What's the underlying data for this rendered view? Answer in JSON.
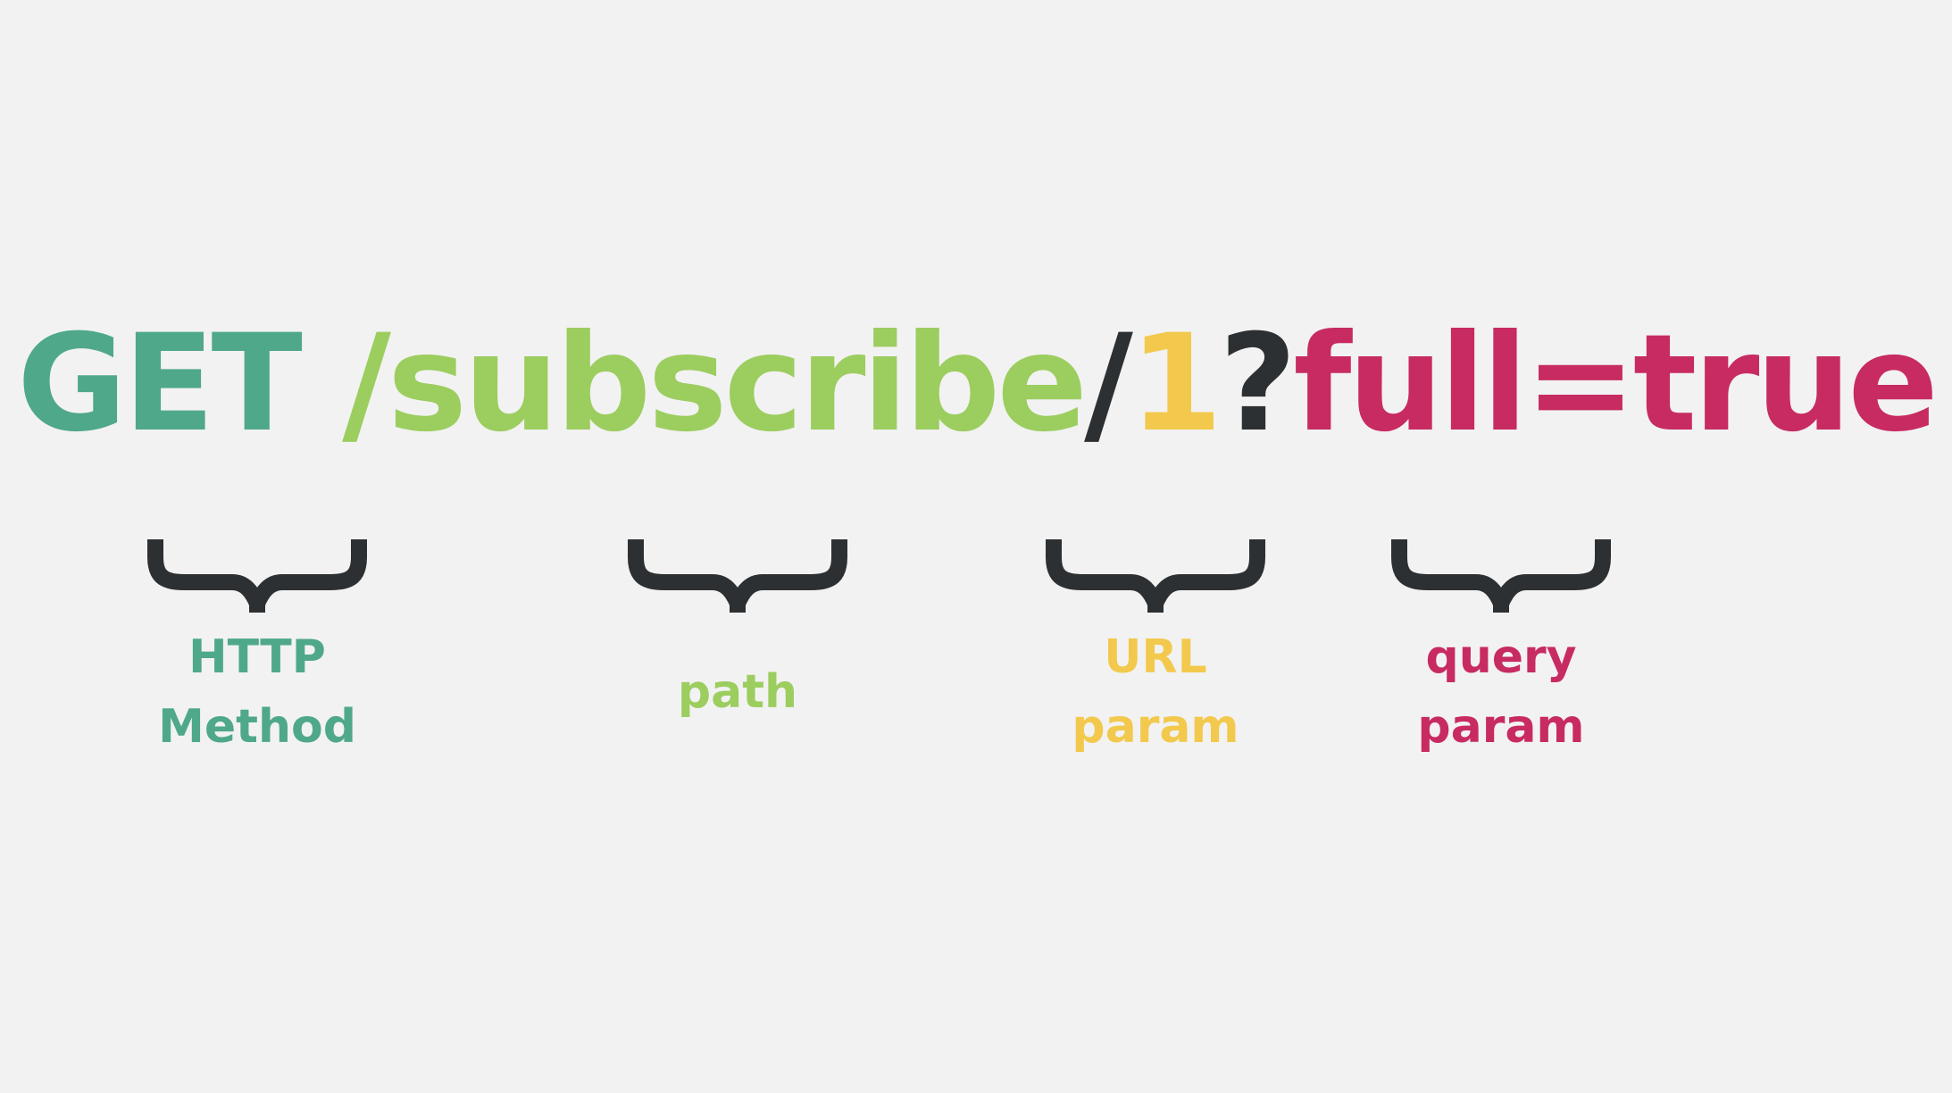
{
  "request": {
    "method": "GET",
    "space": " ",
    "path": "/subscribe",
    "separator": "/",
    "url_param": "1",
    "query_mark": "?",
    "query": "full=true"
  },
  "labels": {
    "method": [
      "HTTP",
      "Method"
    ],
    "path": [
      "path"
    ],
    "url_param": [
      "URL",
      "param"
    ],
    "query": [
      "query",
      "param"
    ]
  },
  "colors": {
    "background": "#f2f2f2",
    "method": "#4fa88a",
    "path": "#9ccd5f",
    "url_param": "#f2c94c",
    "query": "#c72b62",
    "punctuation": "#2d3032"
  },
  "icons": {
    "brace": "curly-brace-under-icon"
  }
}
